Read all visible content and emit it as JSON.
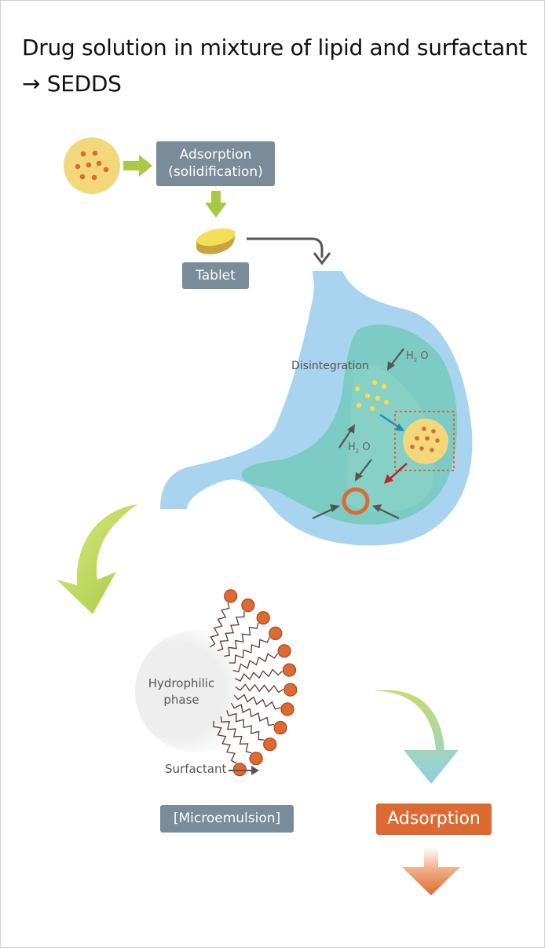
{
  "title": {
    "line1": "Drug solution in mixture of lipid and surfactant",
    "line2": "→ SEDDS"
  },
  "adsorption_step": {
    "line1": "Adsorption",
    "line2": "(solidification)"
  },
  "tablet_label": "Tablet",
  "stomach": {
    "disintegration_label": "Disintegration",
    "water_label_1": {
      "main": "H",
      "sub": "2",
      "tail": " O"
    },
    "water_label_2": {
      "main": "H",
      "sub": "2",
      "tail": " O"
    }
  },
  "micelle": {
    "hydrophilic_line1": "Hydrophilic",
    "hydrophilic_line2": "phase",
    "surfactant_label": "Surfactant"
  },
  "microemulsion_label": "[Microemulsion]",
  "adsorption_result_label": "Adsorption",
  "colors": {
    "label_box": "#7a8b9a",
    "adsorption_box": "#dd6a32",
    "droplet_fill": "#f2d77c",
    "drug_dot": "#dd6a32",
    "green_arrow": "#a8c943",
    "stomach_outer": "#a9d4ef",
    "stomach_inner": "#7ccbc4",
    "surfactant_head": "#dd6a32",
    "blue_arrow": "#1a8ac4",
    "red_arrow": "#c2222a"
  },
  "icons": [
    "drug-droplet-icon",
    "tablet-icon",
    "stomach-icon",
    "micelle-icon",
    "curved-arrow-icon",
    "down-arrow-icon",
    "ring-droplet-icon"
  ]
}
